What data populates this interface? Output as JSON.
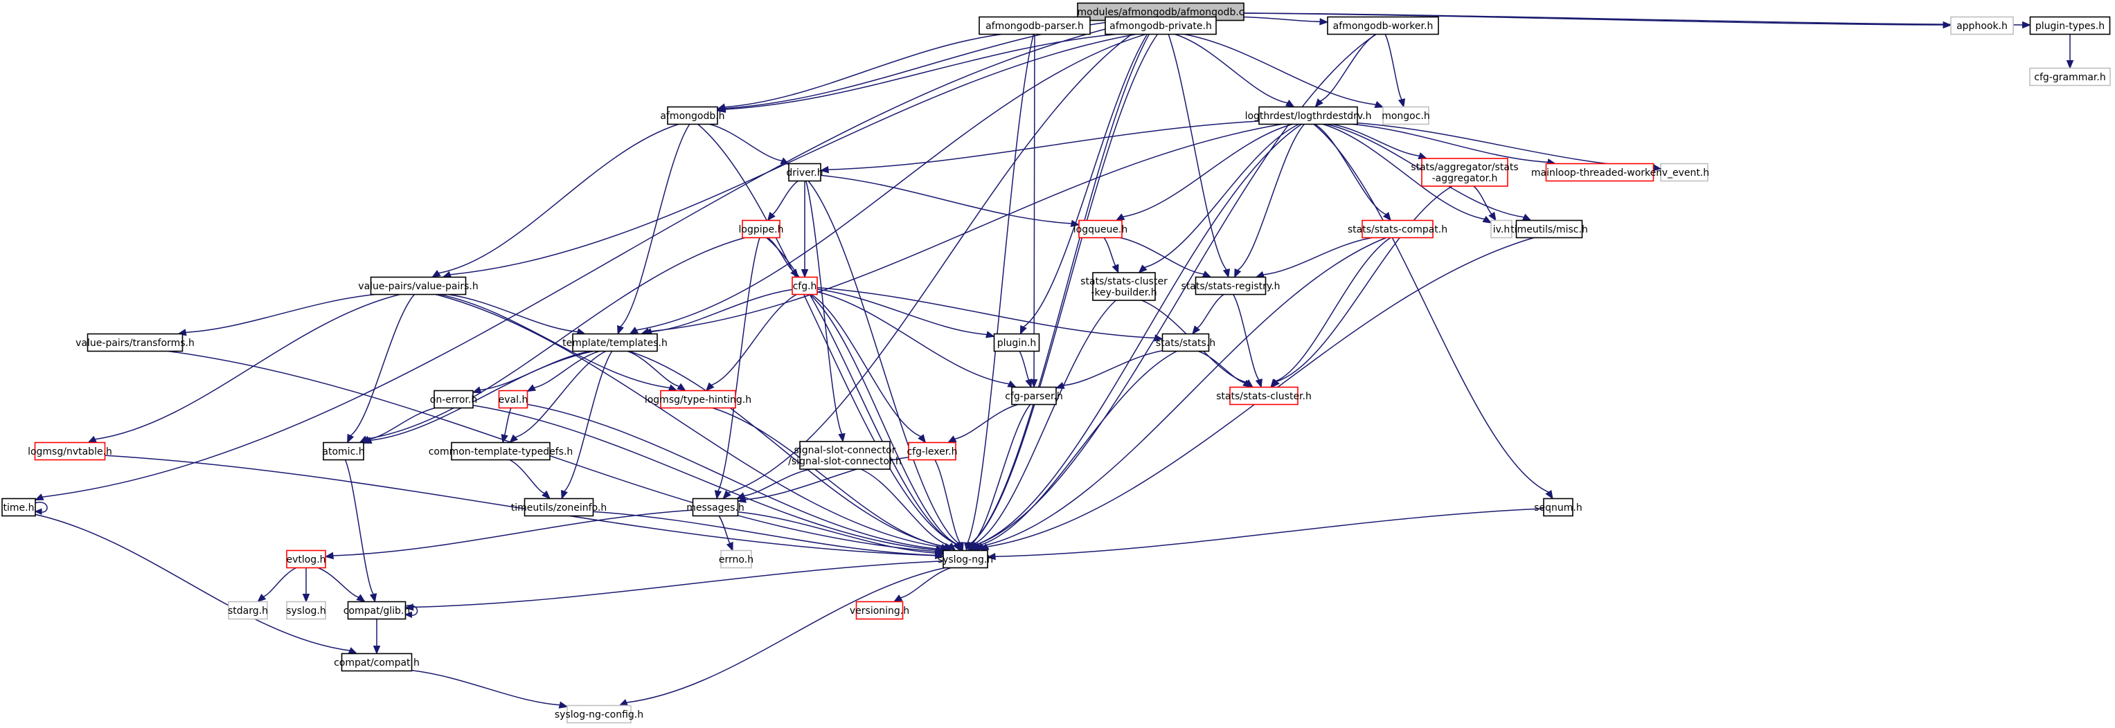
{
  "title": "modules/afmongodb/afmongodb.c",
  "legend_colors": {
    "root_fill": "#bfbfbf",
    "documented_border": "#000000",
    "truncated_border": "#ff0000",
    "external_border": "#bfbfbf",
    "edge": "#191970"
  },
  "nodes": [
    {
      "id": "root",
      "label": [
        "modules/afmongodb/afmongodb.c"
      ],
      "kind": "root"
    },
    {
      "id": "parser",
      "label": [
        "afmongodb-parser.h"
      ],
      "kind": "normal"
    },
    {
      "id": "private",
      "label": [
        "afmongodb-private.h"
      ],
      "kind": "normal"
    },
    {
      "id": "worker",
      "label": [
        "afmongodb-worker.h"
      ],
      "kind": "normal"
    },
    {
      "id": "apphook",
      "label": [
        "apphook.h"
      ],
      "kind": "external"
    },
    {
      "id": "plugintypes",
      "label": [
        "plugin-types.h"
      ],
      "kind": "normal"
    },
    {
      "id": "cfggrammar",
      "label": [
        "cfg-grammar.h"
      ],
      "kind": "external"
    },
    {
      "id": "afmongodbh",
      "label": [
        "afmongodb.h"
      ],
      "kind": "normal"
    },
    {
      "id": "logthr",
      "label": [
        "logthrdest/logthrdestdrv.h"
      ],
      "kind": "normal"
    },
    {
      "id": "mongoc",
      "label": [
        "mongoc.h"
      ],
      "kind": "external"
    },
    {
      "id": "driver",
      "label": [
        "driver.h"
      ],
      "kind": "normal"
    },
    {
      "id": "statsagg",
      "label": [
        "stats/aggregator/stats",
        "-aggregator.h"
      ],
      "kind": "truncated"
    },
    {
      "id": "mainloop",
      "label": [
        "mainloop-threaded-worker.h"
      ],
      "kind": "truncated"
    },
    {
      "id": "ivevent",
      "label": [
        "iv_event.h"
      ],
      "kind": "external"
    },
    {
      "id": "logpipe",
      "label": [
        "logpipe.h"
      ],
      "kind": "truncated"
    },
    {
      "id": "logqueue",
      "label": [
        "logqueue.h"
      ],
      "kind": "truncated"
    },
    {
      "id": "statscompat",
      "label": [
        "stats/stats-compat.h"
      ],
      "kind": "truncated"
    },
    {
      "id": "ivh",
      "label": [
        "iv.h"
      ],
      "kind": "external"
    },
    {
      "id": "timemisc",
      "label": [
        "timeutils/misc.h"
      ],
      "kind": "normal"
    },
    {
      "id": "cfgh",
      "label": [
        "cfg.h"
      ],
      "kind": "truncated"
    },
    {
      "id": "keybuilder",
      "label": [
        "stats/stats-cluster",
        "-key-builder.h"
      ],
      "kind": "normal"
    },
    {
      "id": "registry",
      "label": [
        "stats/stats-registry.h"
      ],
      "kind": "normal"
    },
    {
      "id": "valuepairs",
      "label": [
        "value-pairs/value-pairs.h"
      ],
      "kind": "normal"
    },
    {
      "id": "transforms",
      "label": [
        "value-pairs/transforms.h"
      ],
      "kind": "normal"
    },
    {
      "id": "templates",
      "label": [
        "template/templates.h"
      ],
      "kind": "normal"
    },
    {
      "id": "pluginh",
      "label": [
        "plugin.h"
      ],
      "kind": "normal"
    },
    {
      "id": "statsh",
      "label": [
        "stats/stats.h"
      ],
      "kind": "normal"
    },
    {
      "id": "onerror",
      "label": [
        "on-error.h"
      ],
      "kind": "normal"
    },
    {
      "id": "evalh",
      "label": [
        "eval.h"
      ],
      "kind": "truncated"
    },
    {
      "id": "typehint",
      "label": [
        "logmsg/type-hinting.h"
      ],
      "kind": "truncated"
    },
    {
      "id": "cfgparser",
      "label": [
        "cfg-parser.h"
      ],
      "kind": "normal"
    },
    {
      "id": "statscluster",
      "label": [
        "stats/stats-cluster.h"
      ],
      "kind": "truncated"
    },
    {
      "id": "nvtable",
      "label": [
        "logmsg/nvtable.h"
      ],
      "kind": "truncated"
    },
    {
      "id": "atomic",
      "label": [
        "atomic.h"
      ],
      "kind": "normal"
    },
    {
      "id": "ctypedefs",
      "label": [
        "common-template-typedefs.h"
      ],
      "kind": "normal"
    },
    {
      "id": "sigslot",
      "label": [
        "signal-slot-connector",
        "/signal-slot-connector.h"
      ],
      "kind": "normal"
    },
    {
      "id": "cfglexer",
      "label": [
        "cfg-lexer.h"
      ],
      "kind": "truncated"
    },
    {
      "id": "timeh",
      "label": [
        "time.h"
      ],
      "kind": "normal"
    },
    {
      "id": "zoneinfo",
      "label": [
        "timeutils/zoneinfo.h"
      ],
      "kind": "normal"
    },
    {
      "id": "messages",
      "label": [
        "messages.h"
      ],
      "kind": "normal"
    },
    {
      "id": "seqnum",
      "label": [
        "seqnum.h"
      ],
      "kind": "normal"
    },
    {
      "id": "syslogng",
      "label": [
        "syslog-ng.h"
      ],
      "kind": "normal"
    },
    {
      "id": "errno",
      "label": [
        "errno.h"
      ],
      "kind": "external"
    },
    {
      "id": "evtlog",
      "label": [
        "evtlog.h"
      ],
      "kind": "truncated"
    },
    {
      "id": "stdarg",
      "label": [
        "stdarg.h"
      ],
      "kind": "external"
    },
    {
      "id": "syslogh",
      "label": [
        "syslog.h"
      ],
      "kind": "external"
    },
    {
      "id": "glib",
      "label": [
        "compat/glib.h"
      ],
      "kind": "normal"
    },
    {
      "id": "versioning",
      "label": [
        "versioning.h"
      ],
      "kind": "truncated"
    },
    {
      "id": "compat",
      "label": [
        "compat/compat.h"
      ],
      "kind": "normal"
    },
    {
      "id": "config",
      "label": [
        "syslog-ng-config.h"
      ],
      "kind": "external"
    }
  ],
  "edges": [
    [
      "root",
      "parser"
    ],
    [
      "root",
      "private"
    ],
    [
      "root",
      "worker"
    ],
    [
      "root",
      "apphook"
    ],
    [
      "root",
      "plugintypes"
    ],
    [
      "root",
      "afmongodbh"
    ],
    [
      "root",
      "timeh"
    ],
    [
      "root",
      "messages"
    ],
    [
      "root",
      "pluginh"
    ],
    [
      "root",
      "registry"
    ],
    [
      "root",
      "syslogng"
    ],
    [
      "plugintypes",
      "cfggrammar"
    ],
    [
      "parser",
      "afmongodbh"
    ],
    [
      "parser",
      "cfgparser"
    ],
    [
      "parser",
      "syslogng"
    ],
    [
      "private",
      "afmongodbh"
    ],
    [
      "private",
      "logthr"
    ],
    [
      "private",
      "mongoc"
    ],
    [
      "private",
      "valuepairs"
    ],
    [
      "private",
      "templates"
    ],
    [
      "private",
      "syslogng"
    ],
    [
      "worker",
      "logthr"
    ],
    [
      "worker",
      "mongoc"
    ],
    [
      "worker",
      "syslogng"
    ],
    [
      "afmongodbh",
      "driver"
    ],
    [
      "afmongodbh",
      "valuepairs"
    ],
    [
      "afmongodbh",
      "templates"
    ],
    [
      "afmongodbh",
      "syslogng"
    ],
    [
      "logthr",
      "driver"
    ],
    [
      "logthr",
      "statsagg"
    ],
    [
      "logthr",
      "mainloop"
    ],
    [
      "logthr",
      "ivevent"
    ],
    [
      "logthr",
      "logqueue"
    ],
    [
      "logthr",
      "statscompat"
    ],
    [
      "logthr",
      "ivh"
    ],
    [
      "logthr",
      "timemisc"
    ],
    [
      "logthr",
      "keybuilder"
    ],
    [
      "logthr",
      "registry"
    ],
    [
      "logthr",
      "templates"
    ],
    [
      "logthr",
      "seqnum"
    ],
    [
      "logthr",
      "syslogng"
    ],
    [
      "statsagg",
      "ivh"
    ],
    [
      "statsagg",
      "statscluster"
    ],
    [
      "driver",
      "logpipe"
    ],
    [
      "driver",
      "cfgh"
    ],
    [
      "driver",
      "logqueue"
    ],
    [
      "driver",
      "sigslot"
    ],
    [
      "driver",
      "syslogng"
    ],
    [
      "logpipe",
      "cfgh"
    ],
    [
      "logpipe",
      "atomic"
    ],
    [
      "logpipe",
      "messages"
    ],
    [
      "logpipe",
      "syslogng"
    ],
    [
      "logqueue",
      "keybuilder"
    ],
    [
      "logqueue",
      "registry"
    ],
    [
      "statscompat",
      "registry"
    ],
    [
      "statscompat",
      "statscluster"
    ],
    [
      "statscompat",
      "syslogng"
    ],
    [
      "timemisc",
      "syslogng"
    ],
    [
      "cfgh",
      "templates"
    ],
    [
      "cfgh",
      "typehint"
    ],
    [
      "cfgh",
      "pluginh"
    ],
    [
      "cfgh",
      "cfgparser"
    ],
    [
      "cfgh",
      "cfglexer"
    ],
    [
      "cfgh",
      "statsh"
    ],
    [
      "cfgh",
      "syslogng"
    ],
    [
      "keybuilder",
      "statscluster"
    ],
    [
      "keybuilder",
      "syslogng"
    ],
    [
      "registry",
      "statsh"
    ],
    [
      "registry",
      "statscluster"
    ],
    [
      "valuepairs",
      "transforms"
    ],
    [
      "valuepairs",
      "templates"
    ],
    [
      "valuepairs",
      "typehint"
    ],
    [
      "valuepairs",
      "nvtable"
    ],
    [
      "valuepairs",
      "atomic"
    ],
    [
      "valuepairs",
      "syslogng"
    ],
    [
      "transforms",
      "syslogng"
    ],
    [
      "templates",
      "onerror"
    ],
    [
      "templates",
      "evalh"
    ],
    [
      "templates",
      "typehint"
    ],
    [
      "templates",
      "ctypedefs"
    ],
    [
      "templates",
      "zoneinfo"
    ],
    [
      "templates",
      "atomic"
    ],
    [
      "templates",
      "syslogng"
    ],
    [
      "pluginh",
      "cfgparser"
    ],
    [
      "statsh",
      "cfgparser"
    ],
    [
      "statsh",
      "statscluster"
    ],
    [
      "statsh",
      "syslogng"
    ],
    [
      "onerror",
      "atomic"
    ],
    [
      "onerror",
      "syslogng"
    ],
    [
      "evalh",
      "ctypedefs"
    ],
    [
      "evalh",
      "syslogng"
    ],
    [
      "typehint",
      "syslogng"
    ],
    [
      "cfgparser",
      "cfglexer"
    ],
    [
      "cfgparser",
      "syslogng"
    ],
    [
      "nvtable",
      "syslogng"
    ],
    [
      "atomic",
      "glib"
    ],
    [
      "ctypedefs",
      "zoneinfo"
    ],
    [
      "sigslot",
      "messages"
    ],
    [
      "sigslot",
      "syslogng"
    ],
    [
      "cfglexer",
      "messages"
    ],
    [
      "cfglexer",
      "syslogng"
    ],
    [
      "timeh",
      "timeh"
    ],
    [
      "timeh",
      "compat"
    ],
    [
      "zoneinfo",
      "syslogng"
    ],
    [
      "messages",
      "errno"
    ],
    [
      "messages",
      "evtlog"
    ],
    [
      "messages",
      "syslogng"
    ],
    [
      "seqnum",
      "syslogng"
    ],
    [
      "syslogng",
      "versioning"
    ],
    [
      "syslogng",
      "glib"
    ],
    [
      "syslogng",
      "config"
    ],
    [
      "evtlog",
      "stdarg"
    ],
    [
      "evtlog",
      "syslogh"
    ],
    [
      "evtlog",
      "glib"
    ],
    [
      "glib",
      "glib"
    ],
    [
      "glib",
      "compat"
    ],
    [
      "compat",
      "config"
    ]
  ]
}
